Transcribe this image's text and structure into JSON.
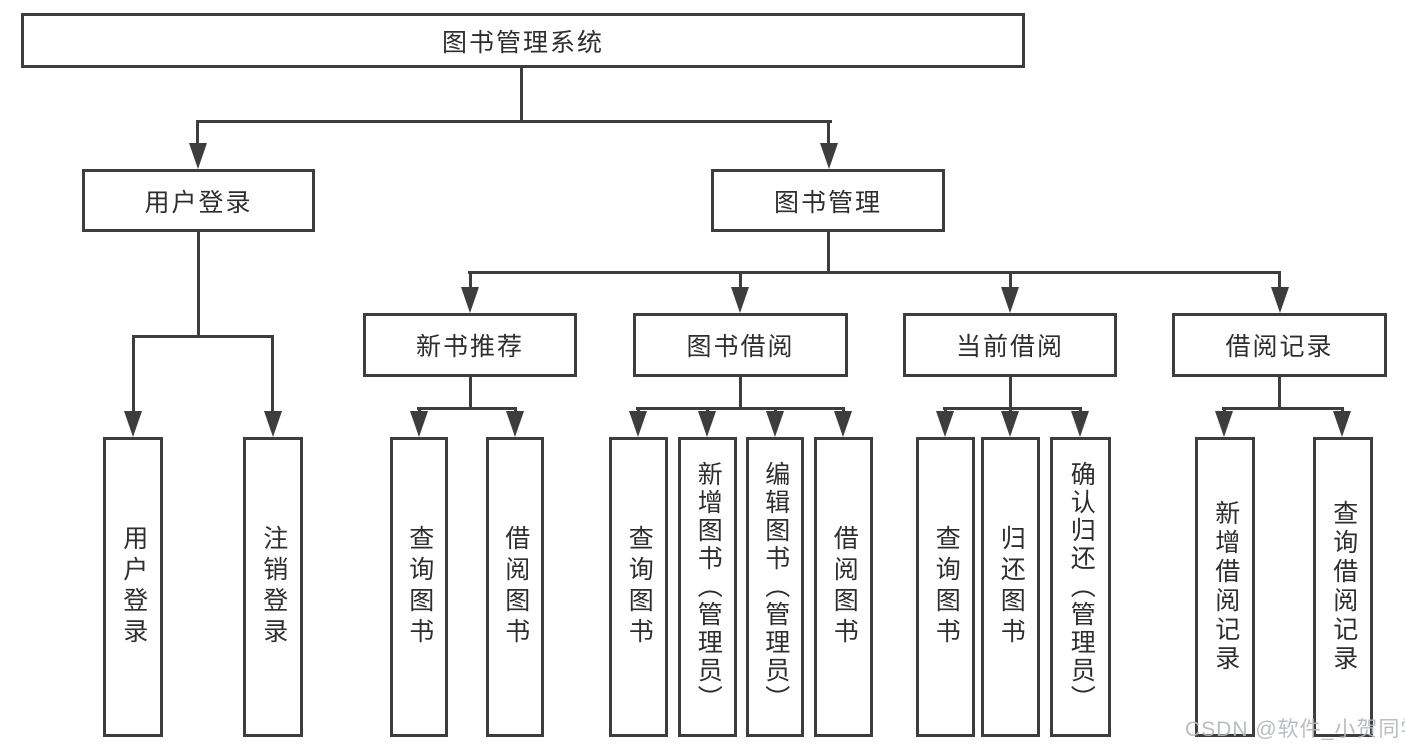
{
  "diagram": {
    "root": {
      "label": "图书管理系统"
    },
    "branches": [
      {
        "label": "用户登录",
        "children": [
          {
            "label": "用户登录"
          },
          {
            "label": "注销登录"
          }
        ]
      },
      {
        "label": "图书管理",
        "children": [
          {
            "label": "新书推荐",
            "children": [
              {
                "label": "查询图书"
              },
              {
                "label": "借阅图书"
              }
            ]
          },
          {
            "label": "图书借阅",
            "children": [
              {
                "label": "查询图书"
              },
              {
                "label": "新增图书（管理员）"
              },
              {
                "label": "编辑图书（管理员）"
              },
              {
                "label": "借阅图书"
              }
            ]
          },
          {
            "label": "当前借阅",
            "children": [
              {
                "label": "查询图书"
              },
              {
                "label": "归还图书"
              },
              {
                "label": "确认归还（管理员）"
              }
            ]
          },
          {
            "label": "借阅记录",
            "children": [
              {
                "label": "新增借阅记录"
              },
              {
                "label": "查询借阅记录"
              }
            ]
          }
        ]
      }
    ]
  },
  "watermark": {
    "text": "CSDN @软件_小贺同学",
    "color": "#b5b8bb"
  },
  "colors": {
    "line": "#3d3d3d",
    "text": "#2e2e2e",
    "background": "#ffffff"
  }
}
